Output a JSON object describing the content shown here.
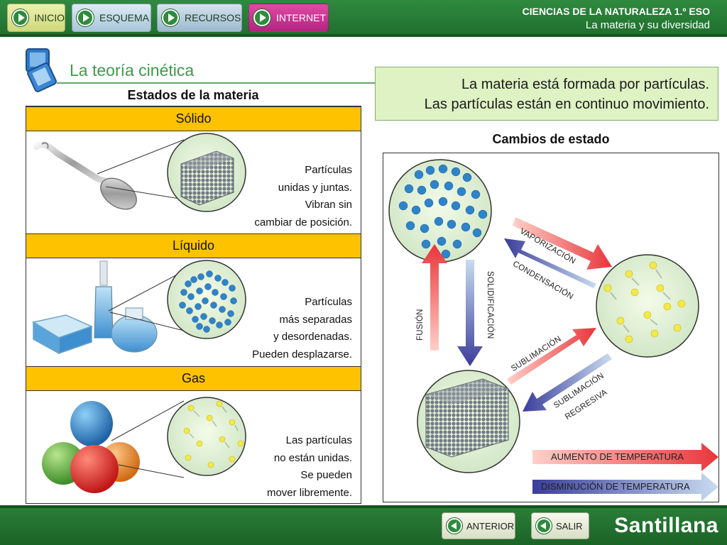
{
  "nav": {
    "inicio": "INICIO",
    "esquema": "ESQUEMA",
    "recursos": "RECURSOS",
    "internet": "INTERNET"
  },
  "course": {
    "title": "CIENCIAS DE LA NATURALEZA 1.º ESO",
    "subtitle": "La materia y su diversidad"
  },
  "page": {
    "title": "La teoría cinética",
    "info_line1": "La materia está formada por partículas.",
    "info_line2": "Las partículas están en continuo movimiento."
  },
  "states": {
    "title": "Estados de la materia",
    "solid": {
      "name": "Sólido",
      "lines": [
        "Partículas",
        "unidas y juntas.",
        "Vibran sin",
        "cambiar de posición."
      ]
    },
    "liquid": {
      "name": "Líquido",
      "lines": [
        "Partículas",
        "más separadas",
        "y desordenadas.",
        "Pueden desplazarse."
      ]
    },
    "gas": {
      "name": "Gas",
      "lines": [
        "Las partículas",
        "no están unidas.",
        "Se pueden",
        "mover libremente."
      ]
    }
  },
  "changes": {
    "title": "Cambios de estado",
    "vaporizacion": "VAPORIZACIÓN",
    "condensacion": "CONDENSACIÓN",
    "fusion": "FUSIÓN",
    "solidificacion": "SOLIDIFICACIÓN",
    "sublimacion": "SUBLIMACIÓN",
    "sublimacion_regresiva_1": "SUBLIMACIÓN",
    "sublimacion_regresiva_2": "REGRESIVA",
    "aumento": "AUMENTO DE TEMPERATURA",
    "disminucion": "DISMINUCIÓN DE TEMPERATURA"
  },
  "footer": {
    "anterior": "ANTERIOR",
    "salir": "SALIR",
    "brand": "Santillana"
  },
  "colors": {
    "header_green": "#2f8a3f",
    "title_green": "#3d9b4a",
    "state_header": "#ffc200",
    "info_bg": "#dff2c4",
    "heat_arrow": "#e8363b",
    "cool_arrow": "#3a3d9a"
  }
}
